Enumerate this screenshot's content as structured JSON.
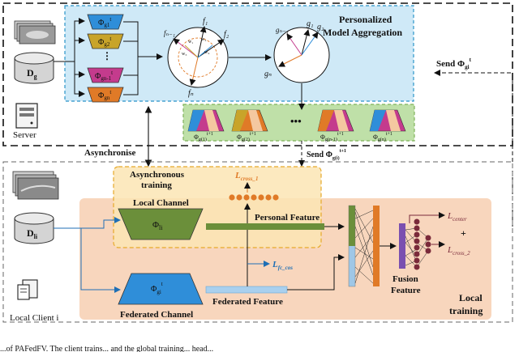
{
  "server": {
    "label": "Server",
    "dataset_label": "D",
    "dataset_sub": "g",
    "title_line1": "Personalized",
    "title_line2": "Model Aggregation",
    "models": [
      {
        "label": "Φ",
        "sub": "g1",
        "sup": "t",
        "color": "#2f8ed9"
      },
      {
        "label": "Φ",
        "sub": "g2",
        "sup": "t",
        "color": "#c8a42a"
      },
      {
        "label": "Φ",
        "sub": "gn-1",
        "sup": "t",
        "color": "#c43b8d"
      },
      {
        "label": "Φ",
        "sub": "gn",
        "sup": "t",
        "color": "#e07a27"
      }
    ],
    "vectors_left": [
      "f₁",
      "f₂",
      "fₙ₋₁",
      "fₙ",
      "w₁",
      "w₂",
      "w₃",
      "w₄"
    ],
    "vectors_right": [
      "g₁",
      "g₂",
      "gₙ₋₁",
      "gₙ"
    ],
    "personalized_models": [
      {
        "label": "Φ",
        "sub": "g(1)",
        "sup": "t+1"
      },
      {
        "label": "Φ",
        "sub": "g(2)",
        "sup": "t+1"
      },
      {
        "label": "Φ",
        "sub": "g(n-1)",
        "sup": "t+1"
      },
      {
        "label": "Φ",
        "sub": "g(n)",
        "sup": "t+1"
      }
    ],
    "dots": "•••"
  },
  "links": {
    "send_up": "Send Φ",
    "send_up_sub": "gi",
    "send_up_sup": "t",
    "send_down": "Send Φ",
    "send_down_sub": "g(i)",
    "send_down_sup": "t+1",
    "asynchronise": "Asynchronise"
  },
  "client": {
    "label": "Local Client i",
    "dataset_label": "D",
    "dataset_sub": "li",
    "async_line1": "Asynchronous",
    "async_line2": "training",
    "local_channel": "Local Channel",
    "local_phi": "Φ",
    "local_phi_sub": "li",
    "federated_phi": "Φ",
    "federated_phi_sub": "gi",
    "federated_phi_sup": "t",
    "federated_channel": "Federated Channel",
    "personal_feature": "Personal Feature",
    "federated_feature": "Federated Feature",
    "loss_cross1": "L",
    "loss_cross1_sub": "cross_1",
    "loss_fc": "L",
    "loss_fc_sub": "fc_cos",
    "fusion_line1": "Fusion",
    "fusion_line2": "Feature",
    "loss_center": "L",
    "loss_center_sub": "center",
    "plus": "+",
    "loss_cross2": "L",
    "loss_cross2_sub": "cross_2",
    "local_training_line1": "Local",
    "local_training_line2": "training"
  },
  "caption_fragment": "...of PAFedFV. The client trains... and the global training... head..."
}
